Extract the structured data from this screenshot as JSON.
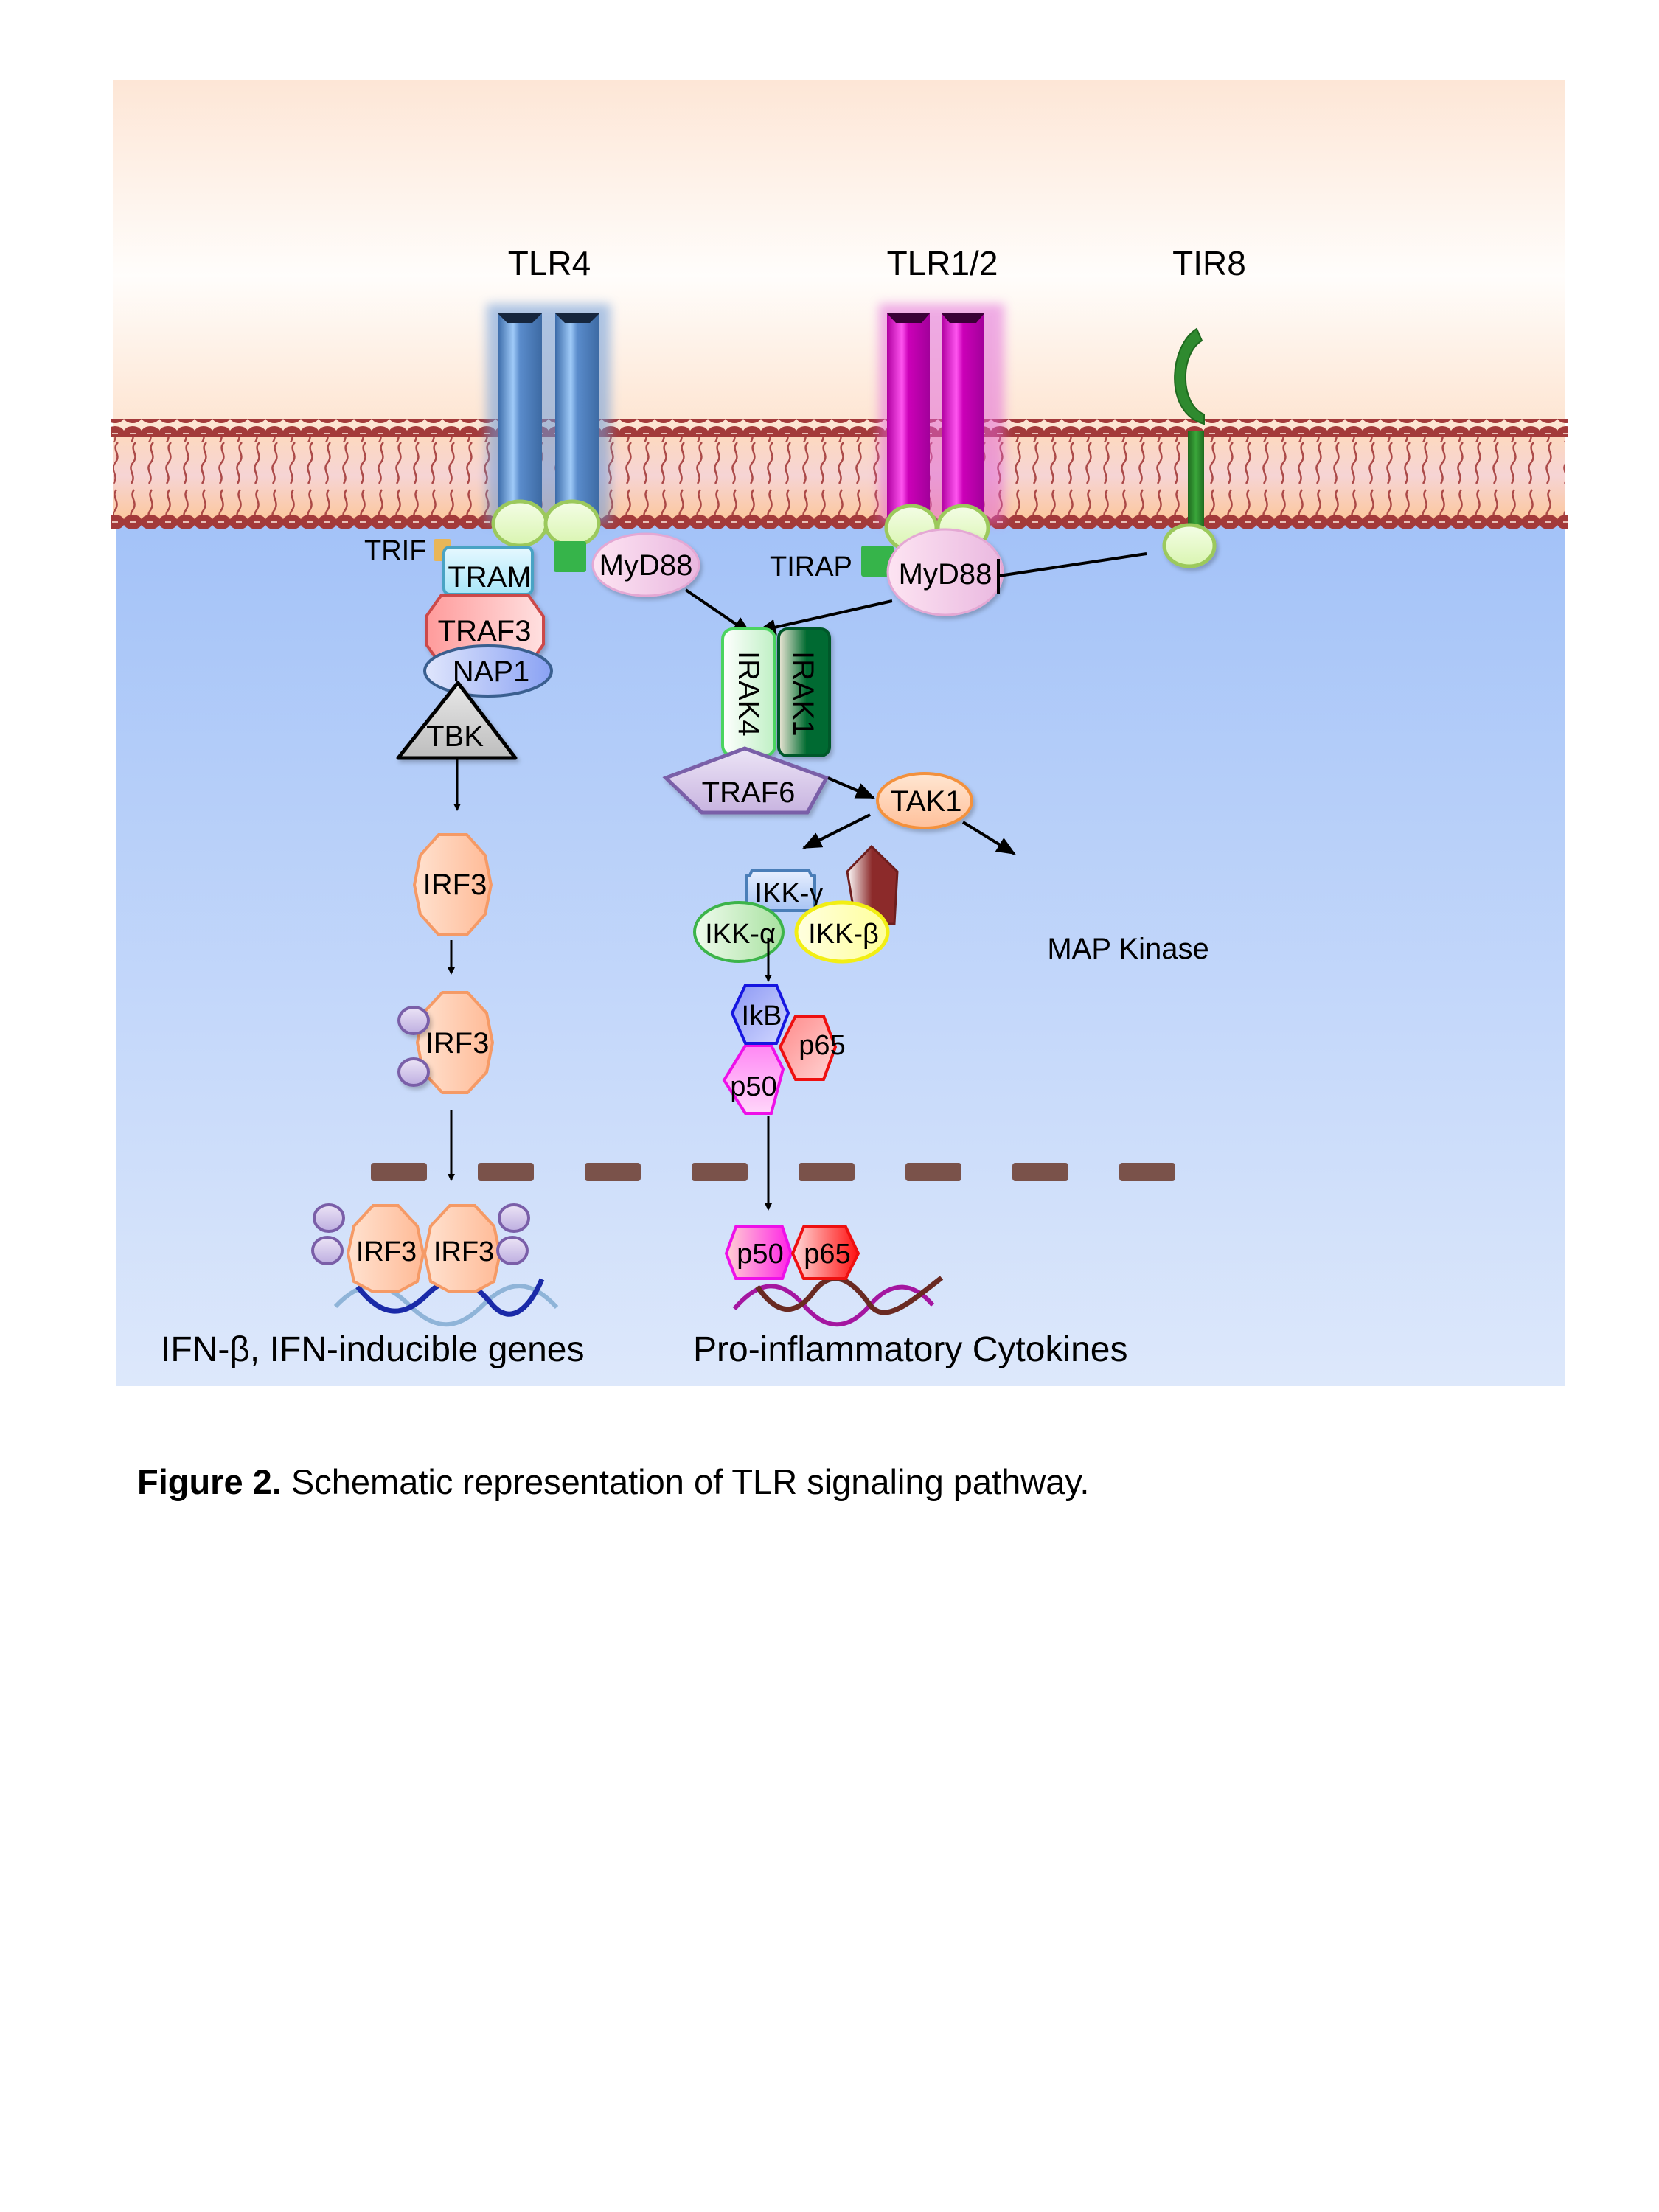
{
  "figure": {
    "receptors": {
      "tlr4": "TLR4",
      "tlr12": "TLR1/2",
      "tir8": "TIR8"
    },
    "adaptors": {
      "trif": "TRIF",
      "tram": "TRAM",
      "myd88_left": "MyD88",
      "tirap": "TIRAP",
      "myd88_right": "MyD88"
    },
    "trif_pathway": {
      "traf3": "TRAF3",
      "nap1": "NAP1",
      "tbk": "TBK",
      "irf3": "IRF3",
      "irf3_phos": "IRF3",
      "irf3_dimer": [
        "IRF3",
        "IRF3"
      ],
      "output": "IFN-β, IFN-inducible genes"
    },
    "myd88_pathway": {
      "irak4": "IRAK4",
      "irak1": "IRAK1",
      "traf6": "TRAF6",
      "tak1": "TAK1",
      "ikk_gamma": "IKK-γ",
      "ikk_alpha": "IKK-α",
      "ikk_beta": "IKK-β",
      "ikb": "IkB",
      "p65": "p65",
      "p50": "p50",
      "nuclear_p50": "p50",
      "nuclear_p65": "p65",
      "map_kinase": "MAP Kinase",
      "output": "Pro-inflammatory Cytokines"
    },
    "colors": {
      "extracellular_top": "#fde6d6",
      "cytoplasm": "#a7c4f8",
      "membrane_head": "#a33a3a",
      "tlr4": "#4f7fbf",
      "tlr12": "#cc00b4",
      "tir8": "#2f8a2f",
      "tir_domain": "#e8f7c8",
      "nuclear_envelope": "#7a524a"
    }
  },
  "caption": {
    "label": "Figure 2.",
    "text": " Schematic representation of TLR signaling pathway."
  }
}
